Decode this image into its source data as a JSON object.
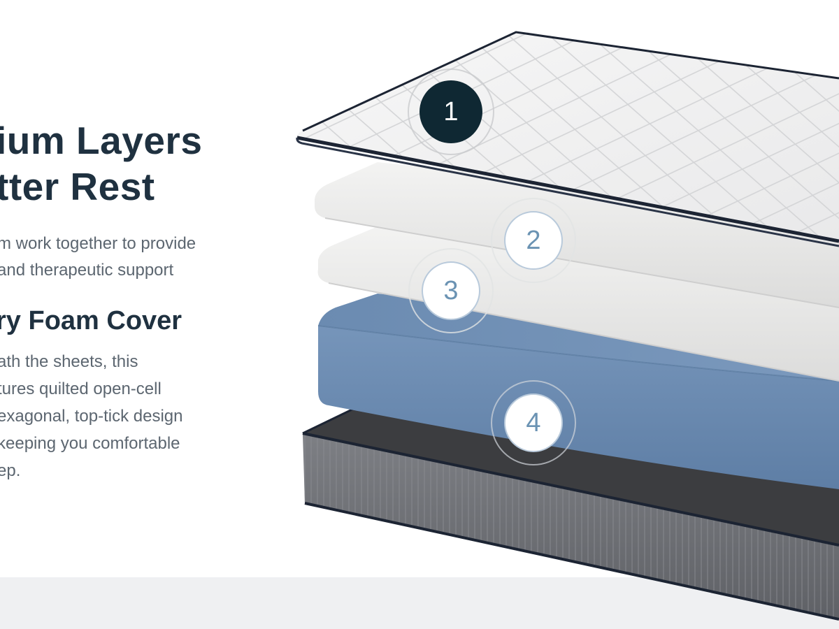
{
  "hero": {
    "headline_lines": [
      "ium Layers",
      "tter Rest"
    ],
    "intro_lines": [
      "m work together to provide",
      "and therapeutic support"
    ]
  },
  "active_layer": {
    "title": "ry Foam Cover",
    "description_lines": [
      "ath the sheets, this",
      "tures quilted open-cell",
      "exagonal, top-tick design",
      "keeping you comfortable",
      "ep."
    ]
  },
  "layer_badges": [
    {
      "number": "1",
      "active": true
    },
    {
      "number": "2",
      "active": false
    },
    {
      "number": "3",
      "active": false
    },
    {
      "number": "4",
      "active": false
    }
  ],
  "colors": {
    "heading": "#1f3140",
    "body_text": "#5c6670",
    "badge_active": "#0f2833",
    "badge_number": "#6b93b3",
    "foam_blue": "#6f8fb4",
    "base_gray": "#6e7075",
    "footer_band": "#eff0f2"
  }
}
